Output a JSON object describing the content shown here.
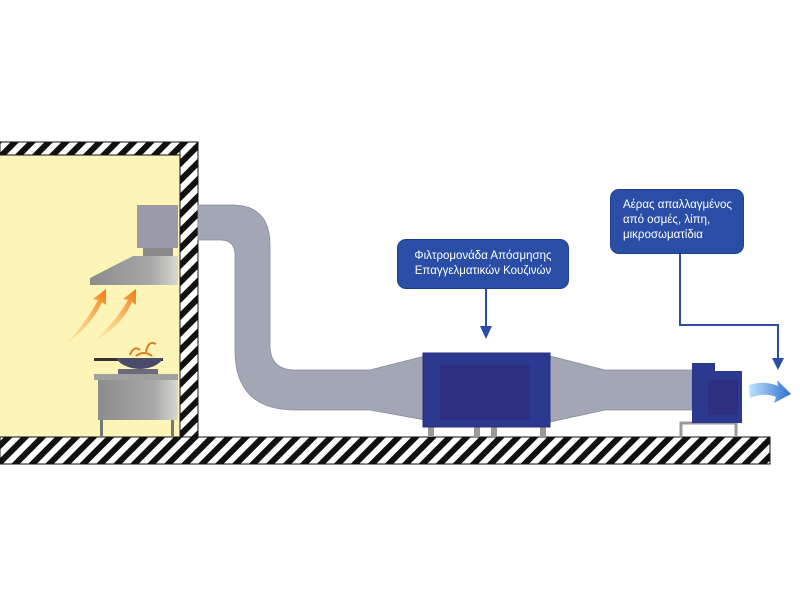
{
  "callouts": {
    "filter_unit": {
      "line1": "Φιλτρομονάδα Απόσμησης",
      "line2": "Επαγγελματικών Κουζινών"
    },
    "clean_air": {
      "line1": "Αέρας απαλλαγμένος",
      "line2": "από οσμές, λίπη,",
      "line3": "μικροσωματίδια"
    }
  },
  "colors": {
    "callout": "#2a4ea6",
    "unit": "#2b3a8f",
    "duct": "#a3a6b4",
    "room": "#fdf4b8",
    "heat_arrow": "#f08a1c"
  }
}
